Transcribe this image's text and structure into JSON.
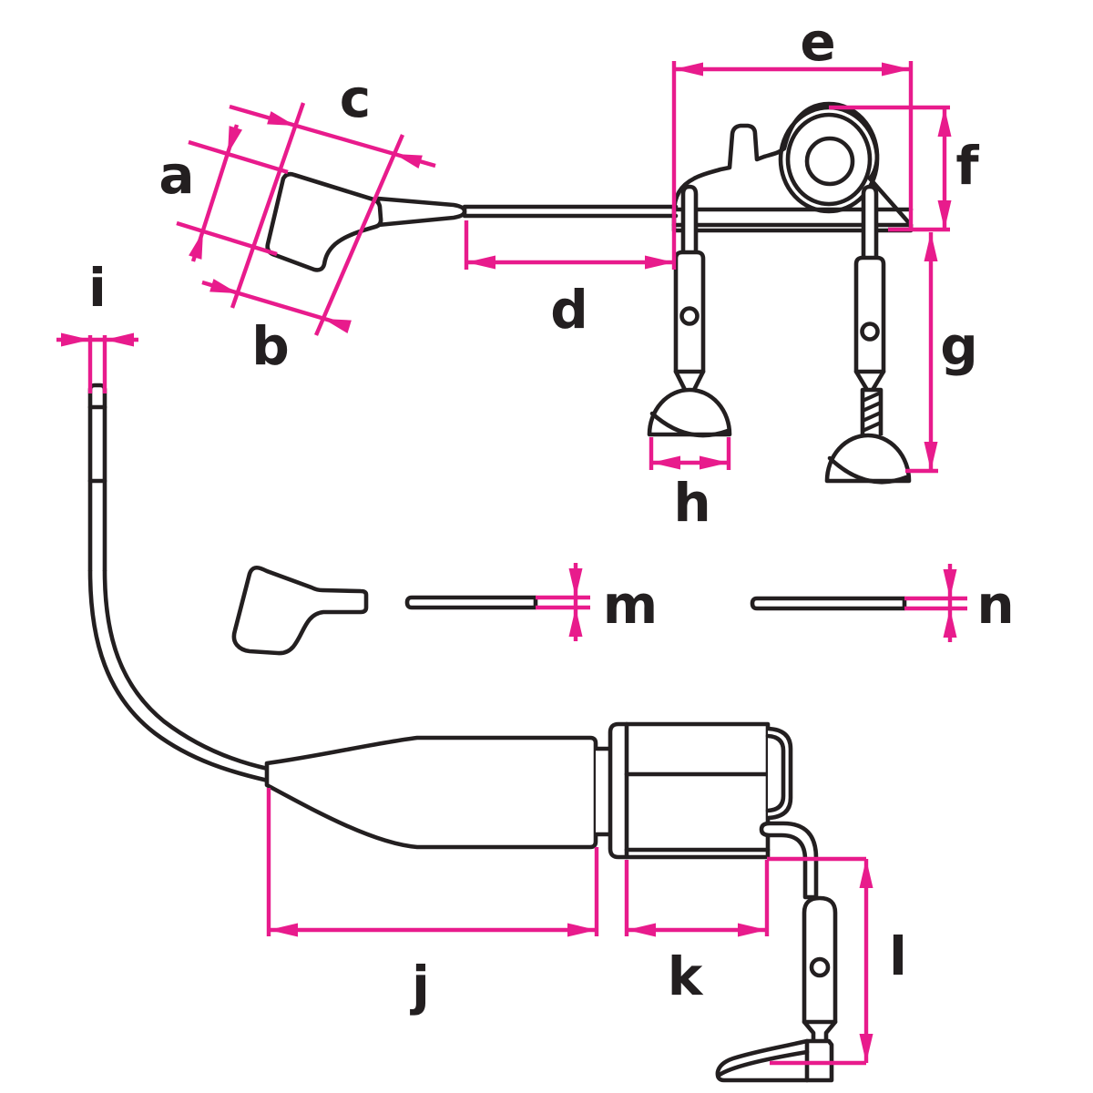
{
  "figure": {
    "kind": "technical-parts-diagram",
    "parts": [
      "paddle-blade",
      "shaft",
      "indicator-body",
      "pulley-wheel",
      "tab",
      "mounting-bar",
      "turnbuckle-leg",
      "suction-foot",
      "antenna-tube",
      "cable",
      "grip-cone",
      "motor-body",
      "end-cap",
      "elbow-tube",
      "lower-turnbuckle",
      "wedge-foot",
      "flat-spade",
      "thin-blade"
    ],
    "dimension_labels": {
      "a": "a",
      "b": "b",
      "c": "c",
      "d": "d",
      "e": "e",
      "f": "f",
      "g": "g",
      "h": "h",
      "i": "i",
      "j": "j",
      "k": "k",
      "l": "l",
      "m": "m",
      "n": "n"
    }
  },
  "theme": {
    "accent": "#e81b8c",
    "ink": "#231f20",
    "paper": "#ffffff"
  }
}
